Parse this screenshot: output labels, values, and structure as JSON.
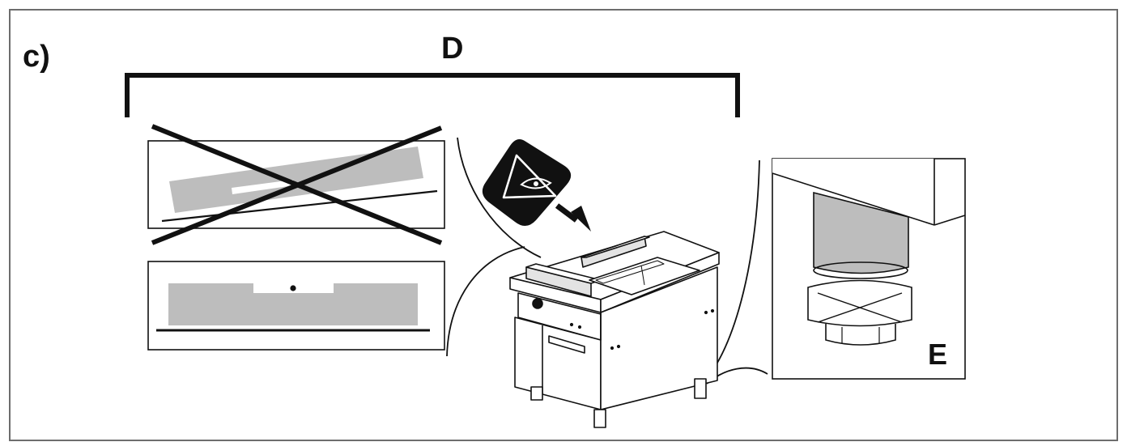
{
  "figure": {
    "step_label": "c)",
    "bracket_label": "D",
    "detail_label": "E",
    "colors": {
      "ink": "#111111",
      "fill_gray": "#bdbdbd",
      "light_gray": "#e3e3e3",
      "frame": "#6d6d6d",
      "background": "#ffffff"
    },
    "icons": [
      "eye-inspect-icon",
      "cross-out-icon",
      "direction-arrow-icon"
    ]
  }
}
